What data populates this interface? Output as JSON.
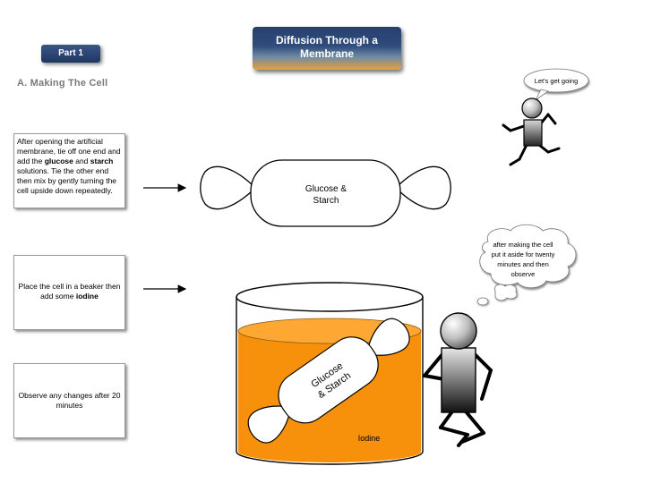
{
  "title": {
    "line1": "Diffusion Through a",
    "line2": "Membrane"
  },
  "part_label": "Part 1",
  "section_heading": "A. Making The Cell",
  "instructions": {
    "step1": {
      "t1": "After opening the artificial membrane, tie off one end and add the ",
      "b1": "glucose",
      "t2": " and ",
      "b2": "starch",
      "t3": " solutions. Tie the other end then mix by gently turning the cell upside down repeatedly."
    },
    "step2": {
      "t1": "Place the cell in a beaker then add some ",
      "b1": "iodine"
    },
    "step3": {
      "t1": "Observe any changes after 20 minutes"
    }
  },
  "cell_label": {
    "line1": "Glucose &",
    "line2": "Starch"
  },
  "beaker_cell_label": {
    "line1": "Glucose",
    "line2": "& Starch"
  },
  "beaker_liquid_label": "Iodine",
  "speech_bubble": "Let's get going",
  "thought_bubble": {
    "line1": "after making the cell",
    "line2": "put it aside for twenty",
    "line3": "minutes and then",
    "line4": "observe"
  },
  "colors": {
    "iodine": "#f7900a",
    "title_top": "#273f6e",
    "title_bottom": "#e7a03b"
  }
}
